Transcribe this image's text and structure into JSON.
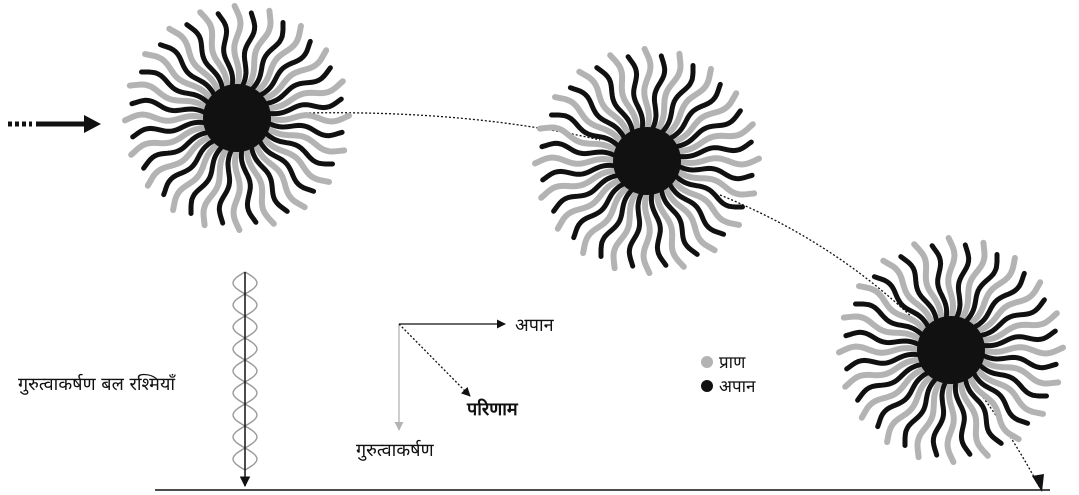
{
  "labels": {
    "gravity_rays": "गुरुत्वाकर्षण बल रश्मियाँ",
    "apan_arrow": "अपान",
    "result": "परिणाम",
    "gravity": "गुरुत्वाकर्षण"
  },
  "legend": {
    "items": [
      {
        "label": "प्राण",
        "color": "#b3b3b3"
      },
      {
        "label": "अपान",
        "color": "#111111"
      }
    ]
  },
  "colors": {
    "pran": "#b3b3b3",
    "apan": "#111111",
    "line": "#111111",
    "gravity_arrow": "#b3b3b3"
  },
  "icons": [
    "sun-icon",
    "dashed-arrow-icon",
    "wave-icon"
  ]
}
